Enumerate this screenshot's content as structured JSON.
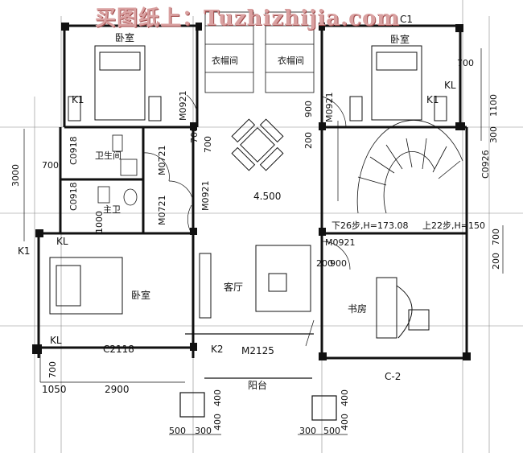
{
  "watermark": "买图纸上：Tuzhizhijia.com",
  "rooms": {
    "bedroom_nw": "卧室",
    "bedroom_ne": "卧室",
    "bedroom_sw": "卧室",
    "closet_left": "衣帽间",
    "closet_right": "衣帽间",
    "bathroom": "卫生间",
    "master_bath": "主卫",
    "living": "客厅",
    "study": "书房",
    "balcony": "阳台"
  },
  "labels": {
    "level": "4.500",
    "stair_left": "下26步,H=173.08",
    "stair_right": "上22步,H=150",
    "ne_window_partial": "C1"
  },
  "windows": {
    "K1_nw": "K1",
    "K1_ne": "K1",
    "K1_w": "K1",
    "KL_w": "KL",
    "KL_sw": "KL",
    "KL_ne": "KL",
    "K2": "K2",
    "C2118": "C2118",
    "C2": "C-2",
    "C0918a": "C0918",
    "C0918b": "C0918",
    "C0926": "C0926"
  },
  "doors": {
    "M0921_a": "M0921",
    "M0921_b": "M0921",
    "M0921_c": "M0921",
    "M0721_a": "M0721",
    "M0721_b": "M0721",
    "M0921_d": "M0921",
    "M2125": "M2125"
  },
  "dimensions": {
    "d700_top": "700",
    "d1100": "1100",
    "d300_r": "300",
    "d900": "900",
    "d200_c": "200",
    "d700_c": "700",
    "d700_w": "700",
    "d3000": "3000",
    "d1000": "1000",
    "d200_b": "200",
    "d900_b": "900",
    "d200_r": "200",
    "d700_r": "700",
    "d700_sw": "700",
    "d1050": "1050",
    "d2900": "2900",
    "d400_l1": "400",
    "d400_l2": "400",
    "d400_r1": "400",
    "d400_r2": "400",
    "d500_l": "500",
    "d300_l": "300",
    "d300_rb": "300",
    "d500_rb": "500",
    "d700_s": "700"
  },
  "grid_count_note": "",
  "colors": {
    "line": "#111111",
    "watermark": "#d9a0a0",
    "hatch": "#555555"
  }
}
